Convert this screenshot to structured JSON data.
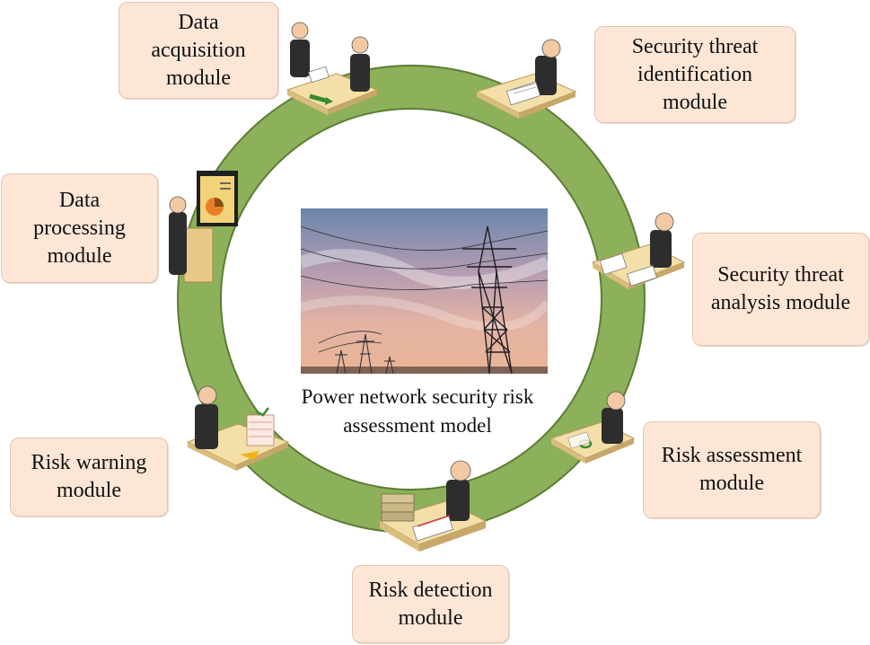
{
  "diagram": {
    "center_caption": "Power network security risk\nassessment model",
    "modules": [
      {
        "id": "data-acquisition",
        "label": "Data\nacquisition\nmodule"
      },
      {
        "id": "security-threat-identification",
        "label": "Security threat\nidentification\nmodule"
      },
      {
        "id": "data-processing",
        "label": "Data\nprocessing\nmodule"
      },
      {
        "id": "security-threat-analysis",
        "label": "Security threat\nanalysis module"
      },
      {
        "id": "risk-assessment",
        "label": "Risk assessment\nmodule"
      },
      {
        "id": "risk-warning",
        "label": "Risk warning\nmodule"
      },
      {
        "id": "risk-detection",
        "label": "Risk detection\nmodule"
      }
    ]
  },
  "colors": {
    "ring": "#8db05a",
    "ring_edge": "#5d7d35",
    "box_fill": "#fde6d6",
    "box_border": "#e7c3ad",
    "desk": "#f4dfa9",
    "person": "#2d2d2d",
    "skin": "#f2c9a3"
  }
}
